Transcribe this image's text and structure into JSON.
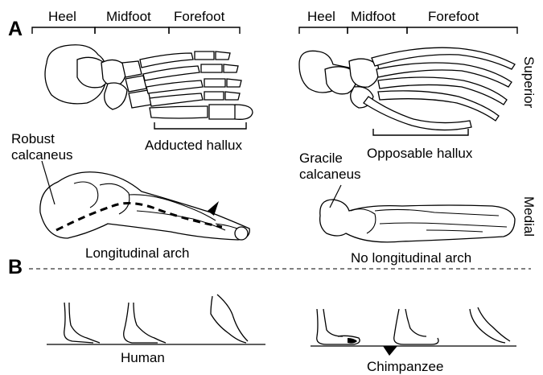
{
  "panels": {
    "a": "A",
    "b": "B"
  },
  "human_foot": {
    "regions": {
      "heel": "Heel",
      "midfoot": "Midfoot",
      "forefoot": "Forefoot"
    },
    "hallux_label": "Adducted hallux",
    "calcaneus_label_line1": "Robust",
    "calcaneus_label_line2": "calcaneus",
    "arch_label": "Longitudinal arch"
  },
  "chimp_foot": {
    "regions": {
      "heel": "Heel",
      "midfoot": "Midfoot",
      "forefoot": "Forefoot"
    },
    "hallux_label": "Opposable hallux",
    "calcaneus_label_line1": "Gracile",
    "calcaneus_label_line2": "calcaneus",
    "arch_label": "No longitudinal arch"
  },
  "views": {
    "superior": "Superior",
    "medial": "Medial"
  },
  "gait": {
    "human": "Human",
    "chimpanzee": "Chimpanzee"
  }
}
